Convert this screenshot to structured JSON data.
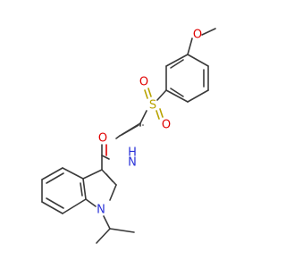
{
  "atoms": {
    "O1": {
      "symbol": "O",
      "color": "#e00000"
    },
    "O2": {
      "symbol": "O",
      "color": "#e00000"
    },
    "O3": {
      "symbol": "O",
      "color": "#e00000"
    },
    "O4": {
      "symbol": "O",
      "color": "#e00000"
    },
    "S": {
      "symbol": "S",
      "color": "#b8a300"
    },
    "N1": {
      "symbol": "N",
      "color": "#2a32d8"
    },
    "H1": {
      "symbol": "H",
      "color": "#2a32d8"
    },
    "N2": {
      "symbol": "N",
      "color": "#2a32d8"
    }
  }
}
